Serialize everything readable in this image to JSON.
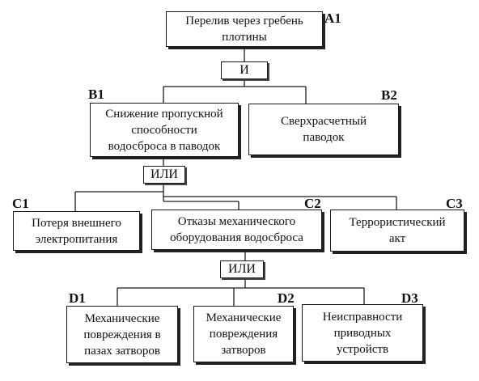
{
  "nodes": {
    "a1": {
      "code": "A1",
      "text": "Перелив через гребень\nплотины"
    },
    "b1": {
      "code": "B1",
      "text": "Снижение пропускной\nспособности\nводосброса в паводок"
    },
    "b2": {
      "code": "B2",
      "text": "Сверхрасчетный\nпаводок"
    },
    "c1": {
      "code": "C1",
      "text": "Потеря внешнего\nэлектропитания"
    },
    "c2": {
      "code": "C2",
      "text": "Отказы механического\nоборудования водосброса"
    },
    "c3": {
      "code": "C3",
      "text": "Террористический\nакт"
    },
    "d1": {
      "code": "D1",
      "text": "Механические\nповреждения в\nпазах затворов"
    },
    "d2": {
      "code": "D2",
      "text": "Механические\nповреждения\nзатворов"
    },
    "d3": {
      "code": "D3",
      "text": "Неисправности\nприводных\nустройств"
    }
  },
  "gates": {
    "and_top": "И",
    "or_mid": "ИЛИ",
    "or_low": "ИЛИ"
  }
}
